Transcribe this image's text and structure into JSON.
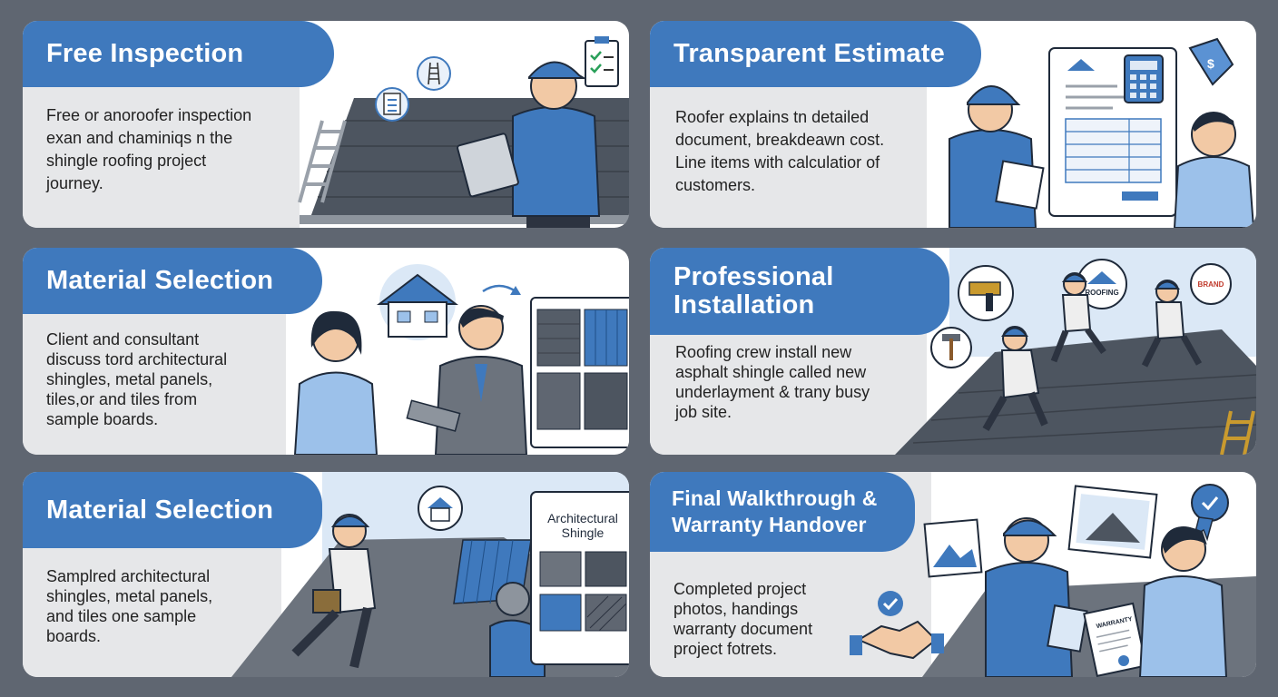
{
  "cards": [
    {
      "title": "Free Inspection",
      "description": "Free or anoroofer inspection\nexan and chaminiqs n the\nshingle roofing project\njourney.",
      "icons": [
        "clipboard-icon",
        "ladder-icon",
        "checklist-icon"
      ]
    },
    {
      "title": "Transparent Estimate",
      "description": "Roofer explains tn detailed\ndocument, breakdeawn cost.\nLine items with calculatior of\ncustomers.",
      "icons": [
        "calculator-icon",
        "price-tag-icon",
        "document-icon"
      ]
    },
    {
      "title": "Material Selection",
      "description": "Client and consultant\ndiscuss tord architectural\nshingles, metal panels,\ntiles,or and tiles from\nsample boards.",
      "icons": [
        "house-icon",
        "arrow-icon",
        "sample-board-icon"
      ]
    },
    {
      "title": "Professional\nInstallation",
      "description": "Roofing crew install new\nasphalt shingle called new\nunderlayment & trany busy\njob site.",
      "icons": [
        "nail-gun-icon",
        "hammer-icon",
        "brand-logo-icon"
      ],
      "logo_texts": [
        "ROOFING",
        "BRAND"
      ]
    },
    {
      "title": "Material Selection",
      "description": "Samplred architectural\nshingles, metal panels,\nand tiles one sample\nboards.",
      "icons": [
        "house-icon"
      ],
      "sample_board_label": "Architectural\nShingle"
    },
    {
      "title": "Final Walkthrough &\nWarranty Handover",
      "description": "Completed project\nphotos, handings\nwarranty document\nproject fotrets.",
      "icons": [
        "photo-icon",
        "badge-check-icon",
        "handshake-icon",
        "check-icon"
      ],
      "warranty_label": "WARRANTY"
    }
  ]
}
